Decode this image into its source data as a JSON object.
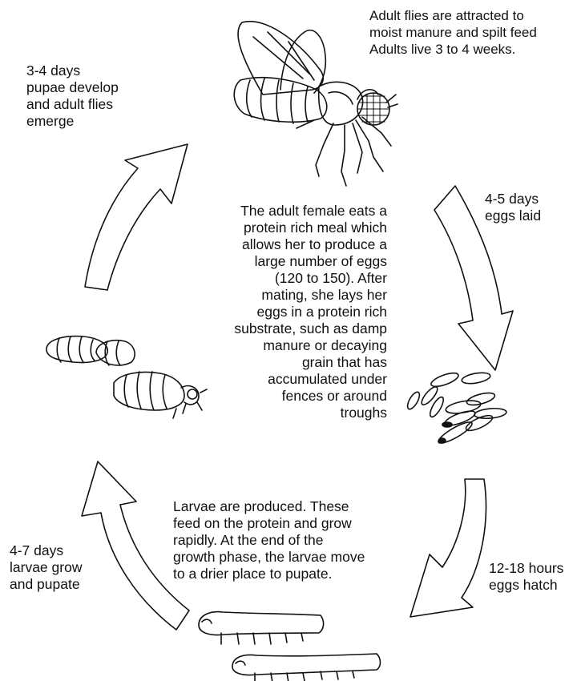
{
  "labels": {
    "adult_note": "Adult flies are attracted to\nmoist manure and spilt feed\nAdults live 3 to 4 weeks.",
    "pupae_emerge": "3-4 days\npupae develop\nand adult flies\nemerge",
    "eggs_laid": "4-5 days\neggs laid",
    "center_text": "The adult female eats a\nprotein rich meal which\nallows her to produce a\nlarge number of eggs\n(120 to 150).  After\nmating, she lays her\neggs in a protein rich\nsubstrate, such as damp\nmanure or decaying\ngrain that has\naccumulated under\nfences or around\ntroughs",
    "larvae_text": "Larvae are produced.  These\nfeed on the protein and grow\nrapidly.  At the end of the\ngrowth phase, the larvae move\nto a drier place to pupate.",
    "larvae_grow": "4-7 days\nlarvae grow\nand pupate",
    "eggs_hatch": "12-18 hours\neggs hatch"
  },
  "stages": [
    "adult-fly",
    "eggs",
    "larvae",
    "pupae"
  ],
  "colors": {
    "ink": "#111111",
    "background": "#ffffff"
  }
}
